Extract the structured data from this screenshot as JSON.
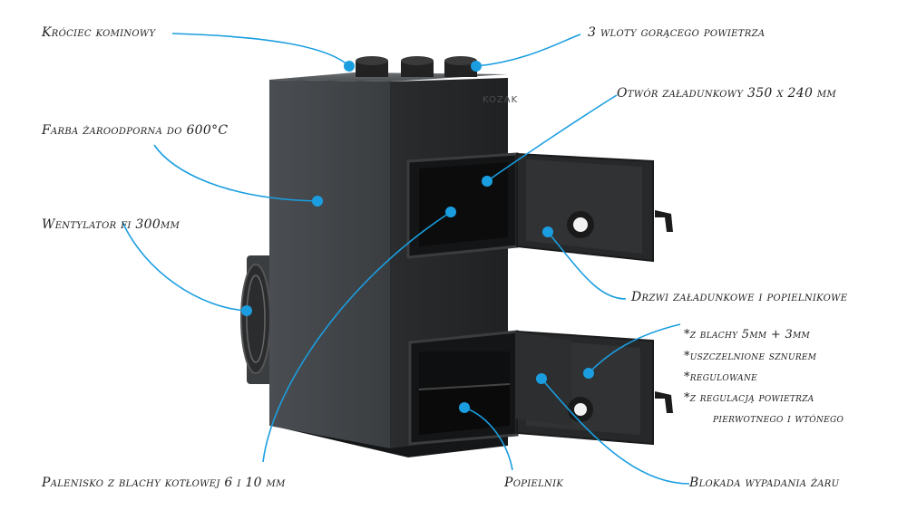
{
  "labels": {
    "krociec": "Króciec kominowy",
    "wloty": "3 wloty gorącego powietrza",
    "farba": "Farba żaroodporna do 600°C",
    "otwor": "Otwór załadunkowy 350 x 240 mm",
    "wentylator": "Wentylator fi 300mm",
    "drzwi": "Drzwi załadunkowe i popielnikowe",
    "palenisko": "Palenisko z blachy kotłowej 6 i 10 mm",
    "popielnik": "Popielnik",
    "blokada": "Blokada wypadania żaru"
  },
  "notes": [
    "*z blachy 5mm + 3mm",
    "*uszczelnione sznurem",
    "*regulowane",
    "*z regulacją powietrza",
    "pierwotnego i wtónego"
  ],
  "brand": "KOZAK",
  "colors": {
    "accent": "#1a9ee0",
    "body": "#2d3032",
    "lines": "#1a9ee0"
  }
}
